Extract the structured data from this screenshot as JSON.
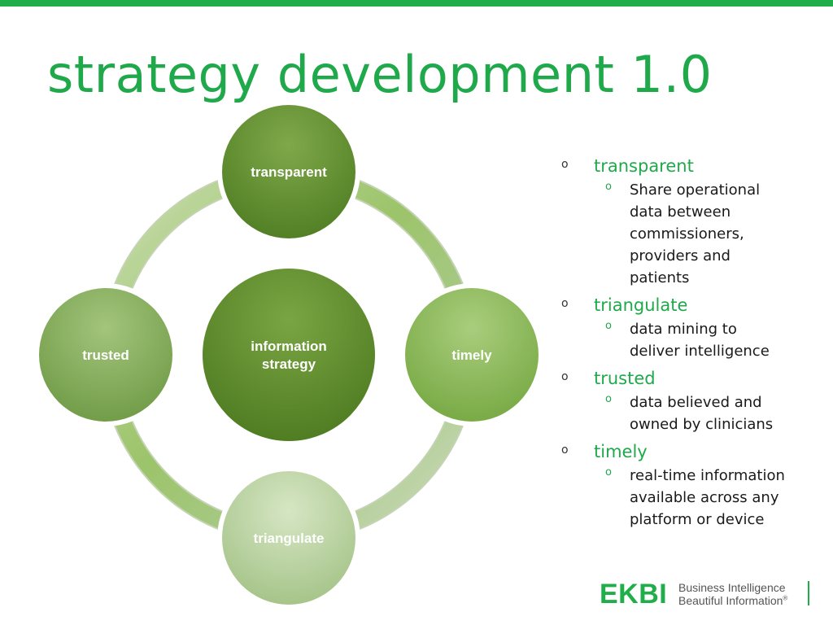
{
  "slide": {
    "title": "strategy development 1.0"
  },
  "diagram": {
    "center": {
      "line1": "information",
      "line2": "strategy"
    },
    "nodes": {
      "top": "transparent",
      "right": "timely",
      "bottom": "triangulate",
      "left": "trusted"
    }
  },
  "bullets": [
    {
      "marker": "o",
      "heading": "transparent",
      "sub_marker": "o",
      "sub": [
        "Share operational",
        "data between",
        "commissioners,",
        "providers and",
        "patients"
      ]
    },
    {
      "marker": "o",
      "heading": "triangulate",
      "sub_marker": "o",
      "sub": [
        "data mining to",
        "deliver intelligence"
      ]
    },
    {
      "marker": "o",
      "heading": "trusted",
      "sub_marker": "o",
      "sub": [
        "data believed and",
        "owned by clinicians"
      ]
    },
    {
      "marker": "o",
      "heading": "timely",
      "sub_marker": "o",
      "sub": [
        "real-time information",
        "available across any",
        "platform or device"
      ]
    }
  ],
  "logo": {
    "mark": "EKBI",
    "line1": "Business Intelligence",
    "line2": "Beautiful Information",
    "reg": "®"
  },
  "colors": {
    "accent": "#1fae4a",
    "node_dark": "#5c8c2a",
    "node_light": "#b8d49a"
  }
}
